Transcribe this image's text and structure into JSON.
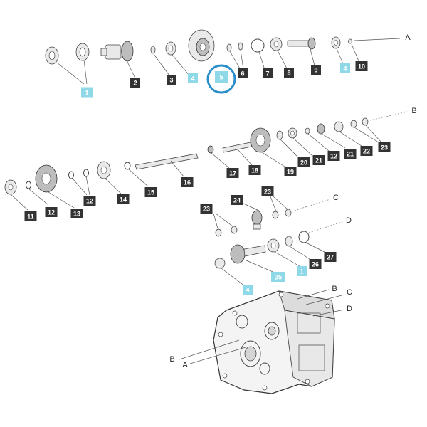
{
  "diagram": {
    "highlight_color": "#2a8fc9",
    "callout_dark_color": "#333333",
    "callout_light_color": "#8ed8e8",
    "callouts": [
      {
        "id": "c1a",
        "text": "1",
        "style": "light"
      },
      {
        "id": "c2",
        "text": "2",
        "style": "dark"
      },
      {
        "id": "c3",
        "text": "3",
        "style": "dark"
      },
      {
        "id": "c4a",
        "text": "4",
        "style": "light"
      },
      {
        "id": "c5",
        "text": "5",
        "style": "light"
      },
      {
        "id": "c6",
        "text": "6",
        "style": "dark"
      },
      {
        "id": "c7",
        "text": "7",
        "style": "dark"
      },
      {
        "id": "c8",
        "text": "8",
        "style": "dark"
      },
      {
        "id": "c9",
        "text": "9",
        "style": "dark"
      },
      {
        "id": "c4b",
        "text": "4",
        "style": "light"
      },
      {
        "id": "c10",
        "text": "10",
        "style": "dark"
      },
      {
        "id": "c11",
        "text": "11",
        "style": "dark"
      },
      {
        "id": "c12a",
        "text": "12",
        "style": "dark"
      },
      {
        "id": "c13",
        "text": "13",
        "style": "dark"
      },
      {
        "id": "c12b",
        "text": "12",
        "style": "dark"
      },
      {
        "id": "c14",
        "text": "14",
        "style": "dark"
      },
      {
        "id": "c15",
        "text": "15",
        "style": "dark"
      },
      {
        "id": "c16",
        "text": "16",
        "style": "dark"
      },
      {
        "id": "c17",
        "text": "17",
        "style": "dark"
      },
      {
        "id": "c18",
        "text": "18",
        "style": "dark"
      },
      {
        "id": "c19",
        "text": "19",
        "style": "dark"
      },
      {
        "id": "c20",
        "text": "20",
        "style": "dark"
      },
      {
        "id": "c21a",
        "text": "21",
        "style": "dark"
      },
      {
        "id": "c12c",
        "text": "12",
        "style": "dark"
      },
      {
        "id": "c21b",
        "text": "21",
        "style": "dark"
      },
      {
        "id": "c22",
        "text": "22",
        "style": "dark"
      },
      {
        "id": "c23a",
        "text": "23",
        "style": "dark"
      },
      {
        "id": "c23b",
        "text": "23",
        "style": "dark"
      },
      {
        "id": "c24",
        "text": "24",
        "style": "dark"
      },
      {
        "id": "c23c",
        "text": "23",
        "style": "dark"
      },
      {
        "id": "c25",
        "text": "25",
        "style": "light"
      },
      {
        "id": "c1b",
        "text": "1",
        "style": "light"
      },
      {
        "id": "c26",
        "text": "26",
        "style": "dark"
      },
      {
        "id": "c27",
        "text": "27",
        "style": "dark"
      },
      {
        "id": "c4c",
        "text": "4",
        "style": "light"
      }
    ],
    "letters": [
      {
        "id": "lA1",
        "text": "A"
      },
      {
        "id": "lB1",
        "text": "B"
      },
      {
        "id": "lC1",
        "text": "C"
      },
      {
        "id": "lD1",
        "text": "D"
      },
      {
        "id": "lB2",
        "text": "B"
      },
      {
        "id": "lC2",
        "text": "C"
      },
      {
        "id": "lD2",
        "text": "D"
      },
      {
        "id": "lB3",
        "text": "B"
      },
      {
        "id": "lA2",
        "text": "A"
      }
    ]
  }
}
